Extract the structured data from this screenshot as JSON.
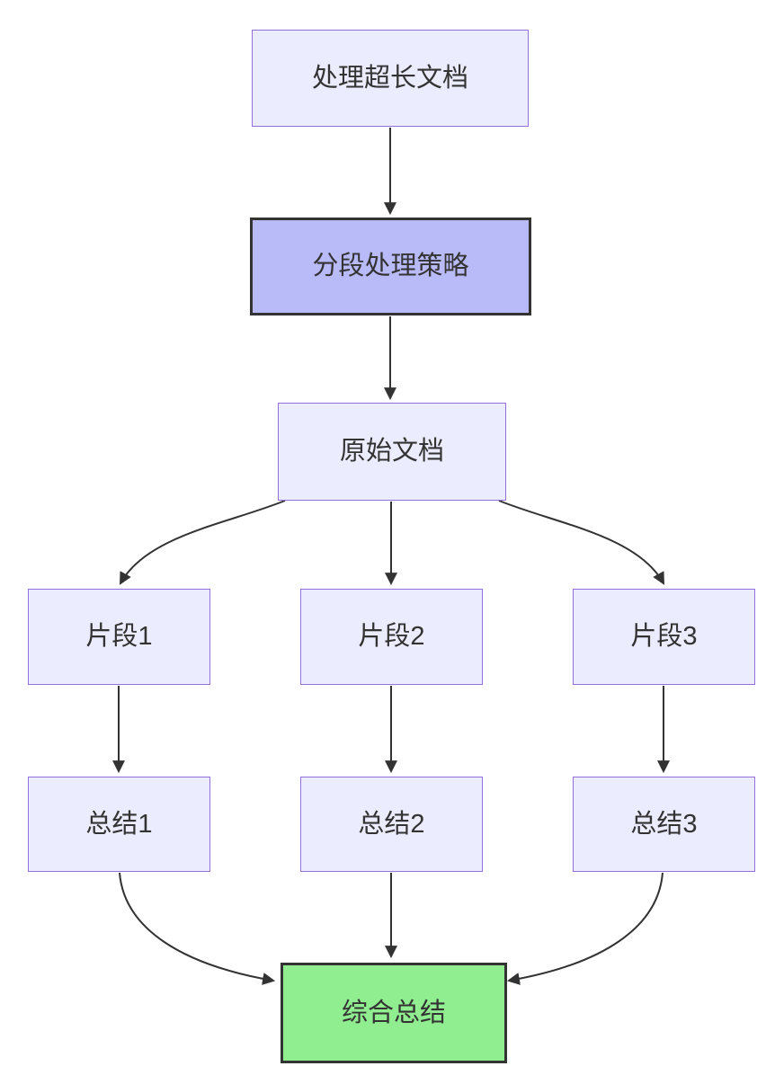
{
  "diagram": {
    "type": "flowchart",
    "direction": "top-down",
    "colors": {
      "canvas-bg": "#ffffff",
      "node-fill": "#ECECFF",
      "node-border": "#9370DB",
      "emphasis-fill": "#B9BAF8",
      "emphasis-border": "#333333",
      "success-fill": "#90EE90",
      "success-border": "#333333",
      "edge-color": "#333333",
      "text-color": "#333333"
    },
    "nodes": [
      {
        "id": "A",
        "label": "处理超长文档",
        "style": "default"
      },
      {
        "id": "B",
        "label": "分段处理策略",
        "style": "emphasis"
      },
      {
        "id": "C",
        "label": "原始文档",
        "style": "default"
      },
      {
        "id": "D1",
        "label": "片段1",
        "style": "default"
      },
      {
        "id": "D2",
        "label": "片段2",
        "style": "default"
      },
      {
        "id": "D3",
        "label": "片段3",
        "style": "default"
      },
      {
        "id": "E1",
        "label": "总结1",
        "style": "default"
      },
      {
        "id": "E2",
        "label": "总结2",
        "style": "default"
      },
      {
        "id": "E3",
        "label": "总结3",
        "style": "default"
      },
      {
        "id": "F",
        "label": "综合总结",
        "style": "success"
      }
    ],
    "edges": [
      {
        "from": "A",
        "to": "B"
      },
      {
        "from": "B",
        "to": "C"
      },
      {
        "from": "C",
        "to": "D1"
      },
      {
        "from": "C",
        "to": "D2"
      },
      {
        "from": "C",
        "to": "D3"
      },
      {
        "from": "D1",
        "to": "E1"
      },
      {
        "from": "D2",
        "to": "E2"
      },
      {
        "from": "D3",
        "to": "E3"
      },
      {
        "from": "E1",
        "to": "F"
      },
      {
        "from": "E2",
        "to": "F"
      },
      {
        "from": "E3",
        "to": "F"
      }
    ]
  }
}
